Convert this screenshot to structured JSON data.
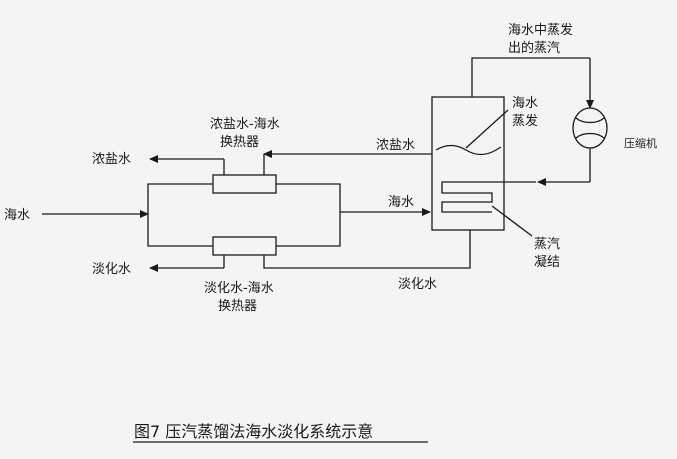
{
  "diagram": {
    "labels": {
      "seawater_in": "海水",
      "brine_out": "浓盐水",
      "fresh_out": "淡化水",
      "brine_hx_line1": "浓盐水-海水",
      "brine_hx_line2": "换热器",
      "fresh_hx_line1": "淡化水-海水",
      "fresh_hx_line2": "换热器",
      "brine_flow": "浓盐水",
      "sea_flow": "海水",
      "fresh_flow": "淡化水",
      "evap_line1": "海水",
      "evap_line2": "蒸发",
      "steam_line1": "海水中蒸发",
      "steam_line2": "出的蒸汽",
      "compressor": "压缩机",
      "cond_line1": "蒸汽",
      "cond_line2": "凝结"
    },
    "caption": "图7  压汽蒸馏法海水淡化系统示意"
  }
}
